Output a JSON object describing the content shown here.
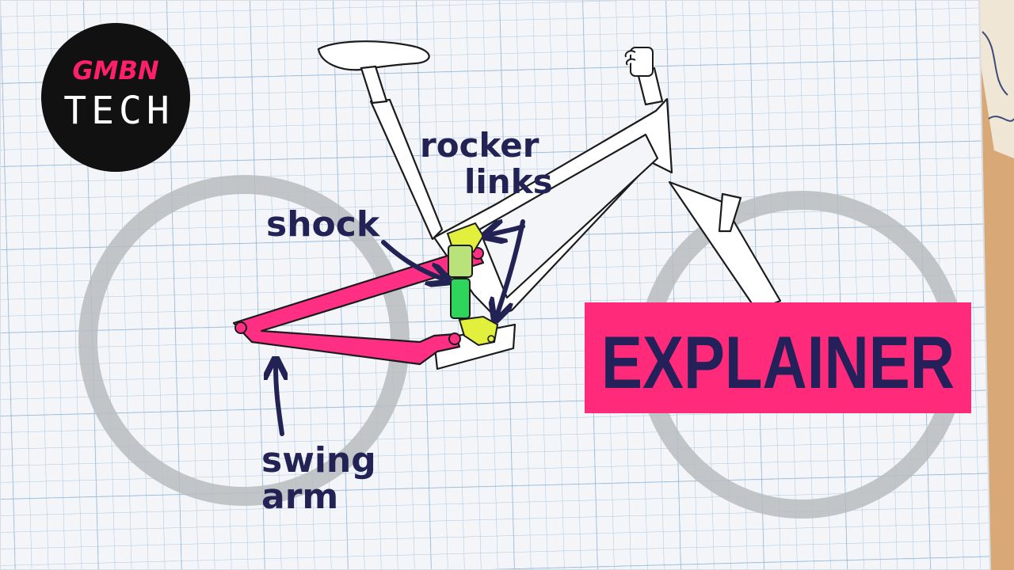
{
  "logo": {
    "brand": "GMBN",
    "channel": "TECH",
    "brand_color": "#ff1f6b",
    "circle_color": "#111111"
  },
  "labels": {
    "rocker": "rocker",
    "links": "links",
    "shock": "shock",
    "swing": "swing",
    "arm": "arm"
  },
  "banner": {
    "text": "EXPLAINER",
    "background": "#ff2a7a",
    "text_color": "#23205a"
  },
  "colors": {
    "paper": "#f3f5f9",
    "grid": "#9fc0dc",
    "ink": "#232254",
    "swing_arm": "#ff2f84",
    "rocker_link": "#e3ef3d",
    "shock_body": "#2fd45a",
    "wheel": "#b9bcc0",
    "frame": "#ffffff"
  }
}
